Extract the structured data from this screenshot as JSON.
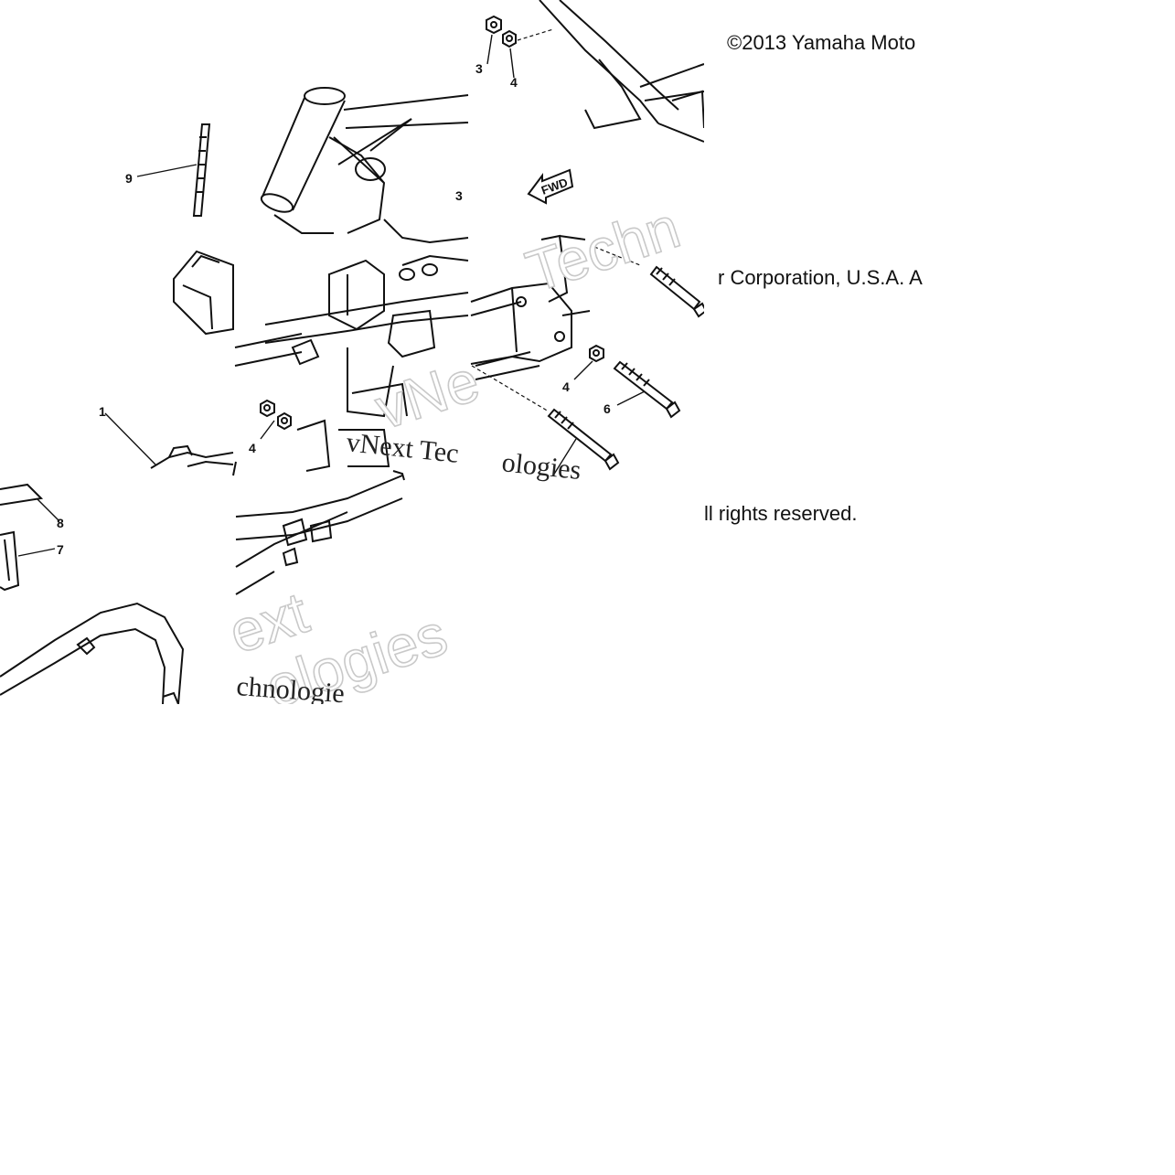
{
  "labels": {
    "p1": "1",
    "p3a": "3",
    "p3b": "3",
    "p4a": "4",
    "p4b": "4",
    "p4c": "4",
    "p6": "6",
    "p7": "7",
    "p8": "8",
    "p9": "9",
    "fwd": "FWD"
  },
  "copyright": {
    "line1": "©2013 Yamaha Moto",
    "line2": "r Corporation, U.S.A. A",
    "line3": "ll rights reserved."
  },
  "watermarks": {
    "w1": "Techn",
    "w2": "vNext Tec",
    "w3": "ologies",
    "w4": "ext",
    "w5": "ologies",
    "w6": "chnologie",
    "w7": "vNe"
  },
  "colors": {
    "line": "#111111",
    "background": "#ffffff",
    "watermark_outline": "#c9c9c9"
  }
}
